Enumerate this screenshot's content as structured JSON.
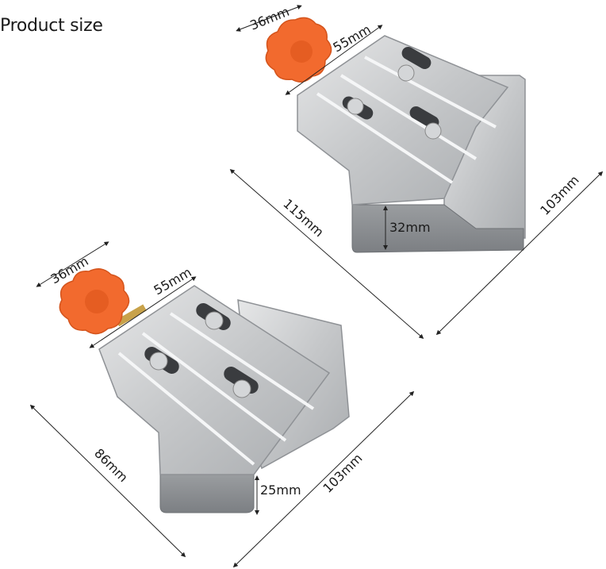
{
  "header": {
    "title": "Product size"
  },
  "clamp_large": {
    "knob_diameter": "36mm",
    "screw_length": "55mm",
    "side_a": "115mm",
    "side_b": "103mm",
    "jaw_height": "32mm",
    "colors": {
      "knob": "#f26a2e",
      "metal": "#c9cbcc",
      "metal_dark": "#8e9194"
    }
  },
  "clamp_small": {
    "knob_diameter": "36mm",
    "screw_length": "55mm",
    "side_a": "86mm",
    "side_b": "103mm",
    "jaw_height": "25mm",
    "colors": {
      "knob": "#f26a2e",
      "metal": "#c9cbcc",
      "metal_dark": "#8e9194"
    }
  }
}
